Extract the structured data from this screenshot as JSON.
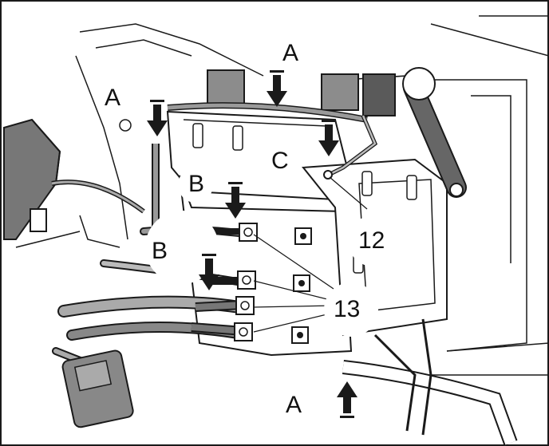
{
  "callouts": {
    "a_top": "A",
    "a_left": "A",
    "a_bottom": "A",
    "b_upper": "B",
    "b_lower": "B",
    "c": "C",
    "num_12": "12",
    "num_13": "13"
  },
  "colors": {
    "line": "#1a1a1a",
    "component_gray": "#9a9a9a",
    "dark_gray": "#555555",
    "background": "#ffffff"
  }
}
